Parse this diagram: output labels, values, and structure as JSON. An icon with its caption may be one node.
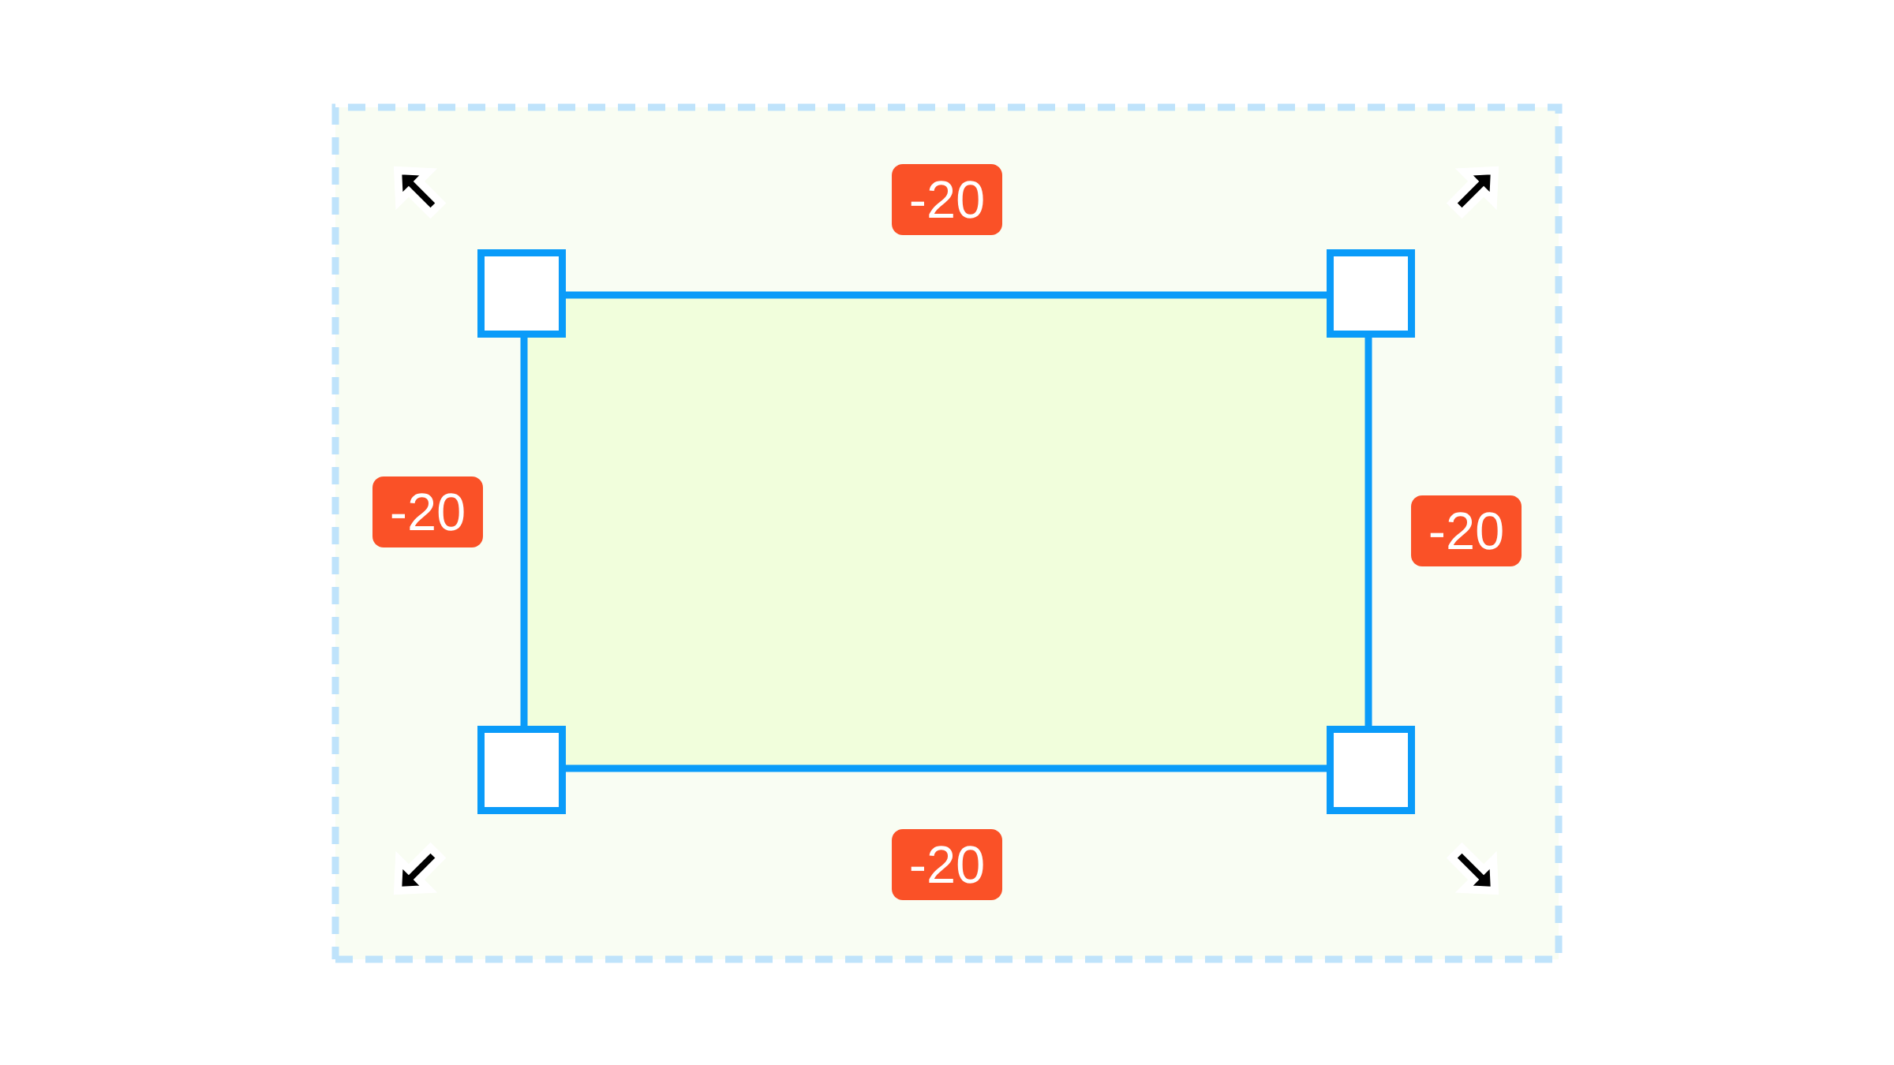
{
  "diagram": {
    "nodes": [
      {
        "text": [],
        "shape": "box"
      },
      {
        "text": [],
        "shape": "box",
        "in": 0
      },
      {
        "text": [
          "-20"
        ],
        "in": 0
      },
      {
        "text": [
          "-20"
        ],
        "in": 0
      },
      {
        "text": [
          "-20"
        ],
        "in": 0
      },
      {
        "text": [
          "-20"
        ],
        "in": 0
      }
    ]
  }
}
